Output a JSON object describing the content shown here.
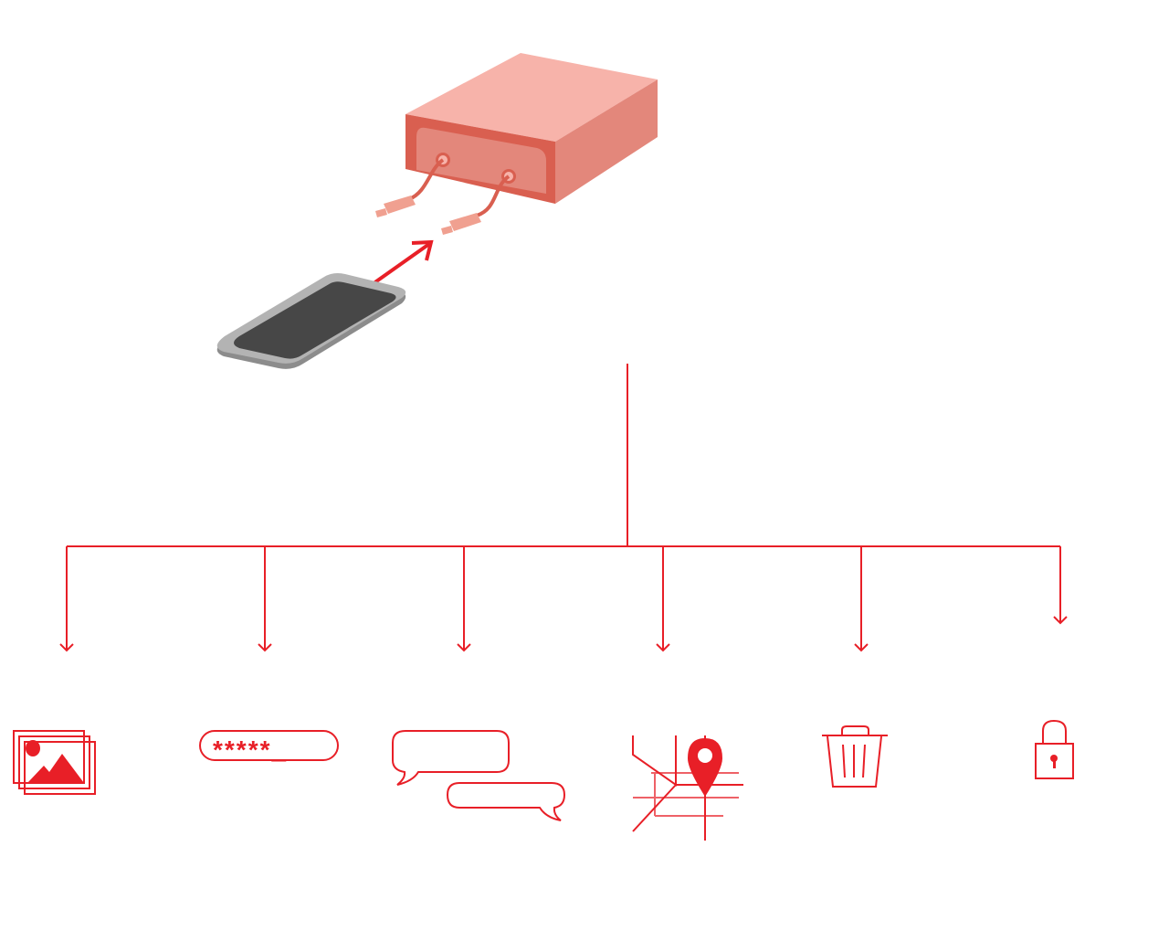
{
  "diagram": {
    "source": {
      "device": "extraction-box-icon",
      "phone": "smartphone-icon",
      "connection": "arrow-right-up-icon"
    },
    "outputs": [
      {
        "name": "photos",
        "icon": "images-icon"
      },
      {
        "name": "passwords",
        "icon": "password-field-icon",
        "text": "*****_"
      },
      {
        "name": "messages",
        "icon": "chat-bubbles-icon"
      },
      {
        "name": "location",
        "icon": "map-pin-icon"
      },
      {
        "name": "deleted-data",
        "icon": "trash-icon"
      },
      {
        "name": "encrypted-data",
        "icon": "lock-icon"
      }
    ],
    "colors": {
      "accent": "#e81f27",
      "box_top": "#f7b3aa",
      "box_front": "#d95f50",
      "box_side": "#e3877b",
      "phone_screen": "#474747",
      "phone_frame": "#b3b3b3"
    }
  }
}
